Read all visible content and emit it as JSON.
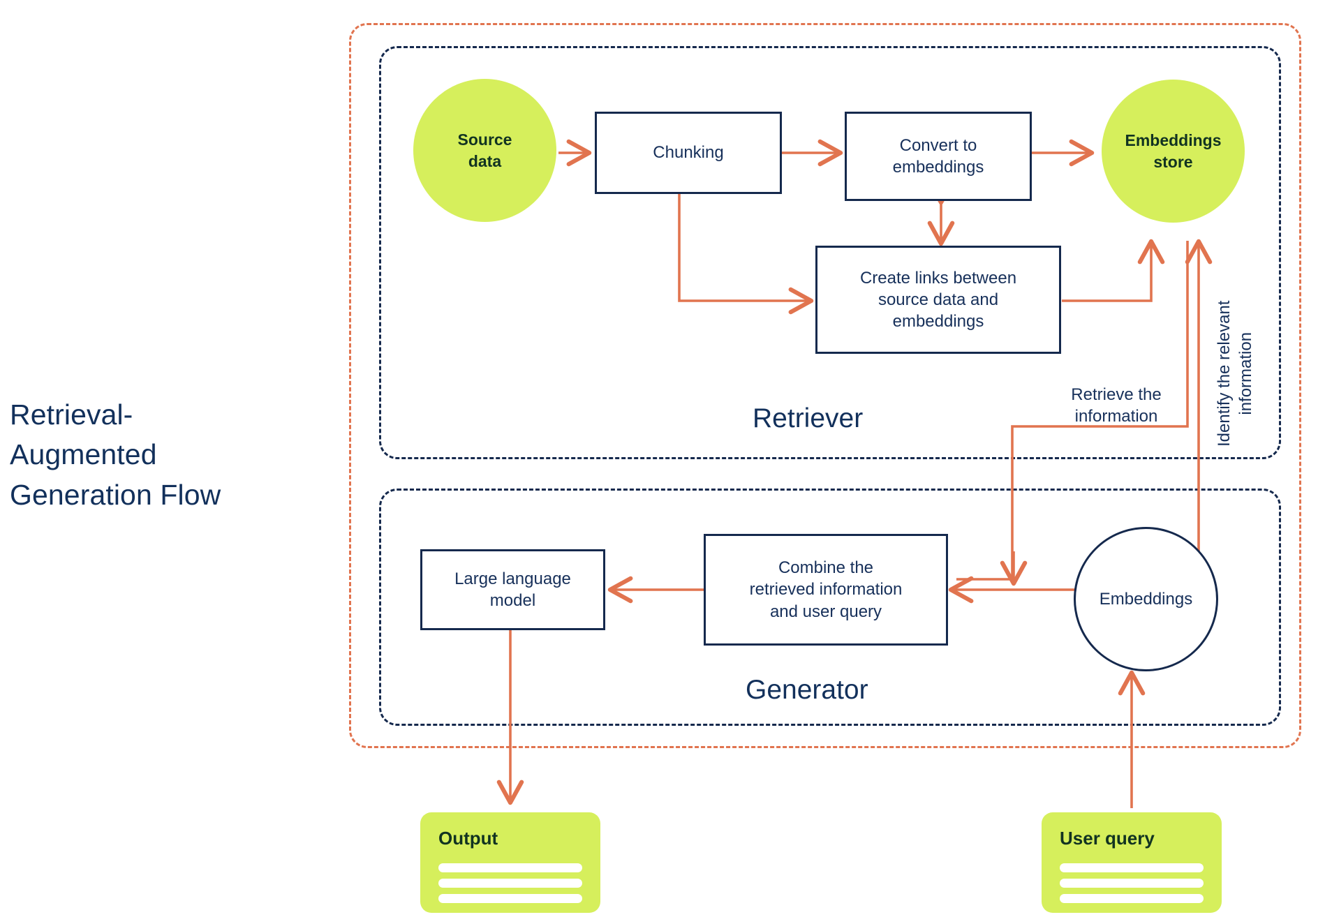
{
  "diagram": {
    "title": "Retrieval-\nAugmented\nGeneration Flow",
    "title_lines": [
      "Retrieval-",
      "Augmented",
      "Generation Flow"
    ],
    "zones": {
      "retriever": "Retriever",
      "generator": "Generator"
    },
    "nodes": {
      "source_data": "Source\ndata",
      "source_data_line1": "Source",
      "source_data_line2": "data",
      "chunking": "Chunking",
      "convert_to_embeddings_line1": "Convert to",
      "convert_to_embeddings_line2": "embeddings",
      "embeddings_store_line1": "Embeddings",
      "embeddings_store_line2": "store",
      "create_links_line1": "Create links between",
      "create_links_line2": "source data and",
      "create_links_line3": "embeddings",
      "large_language_model_line1": "Large language",
      "large_language_model_line2": "model",
      "combine_line1": "Combine the",
      "combine_line2": "retrieved information",
      "combine_line3": "and user query",
      "embeddings_circle": "Embeddings",
      "output_card_title": "Output",
      "user_query_card_title": "User query"
    },
    "edge_labels": {
      "retrieve_information_line1": "Retrieve the",
      "retrieve_information_line2": "information",
      "identify_relevant_line1": "Identify the relevant",
      "identify_relevant_line2": "information"
    },
    "colors": {
      "navy": "#15294d",
      "navy_text": "#12305b",
      "orange_arrow": "#e1744f",
      "lime": "#d6ef5c",
      "lime_text": "#113321",
      "background": "#ffffff"
    }
  }
}
